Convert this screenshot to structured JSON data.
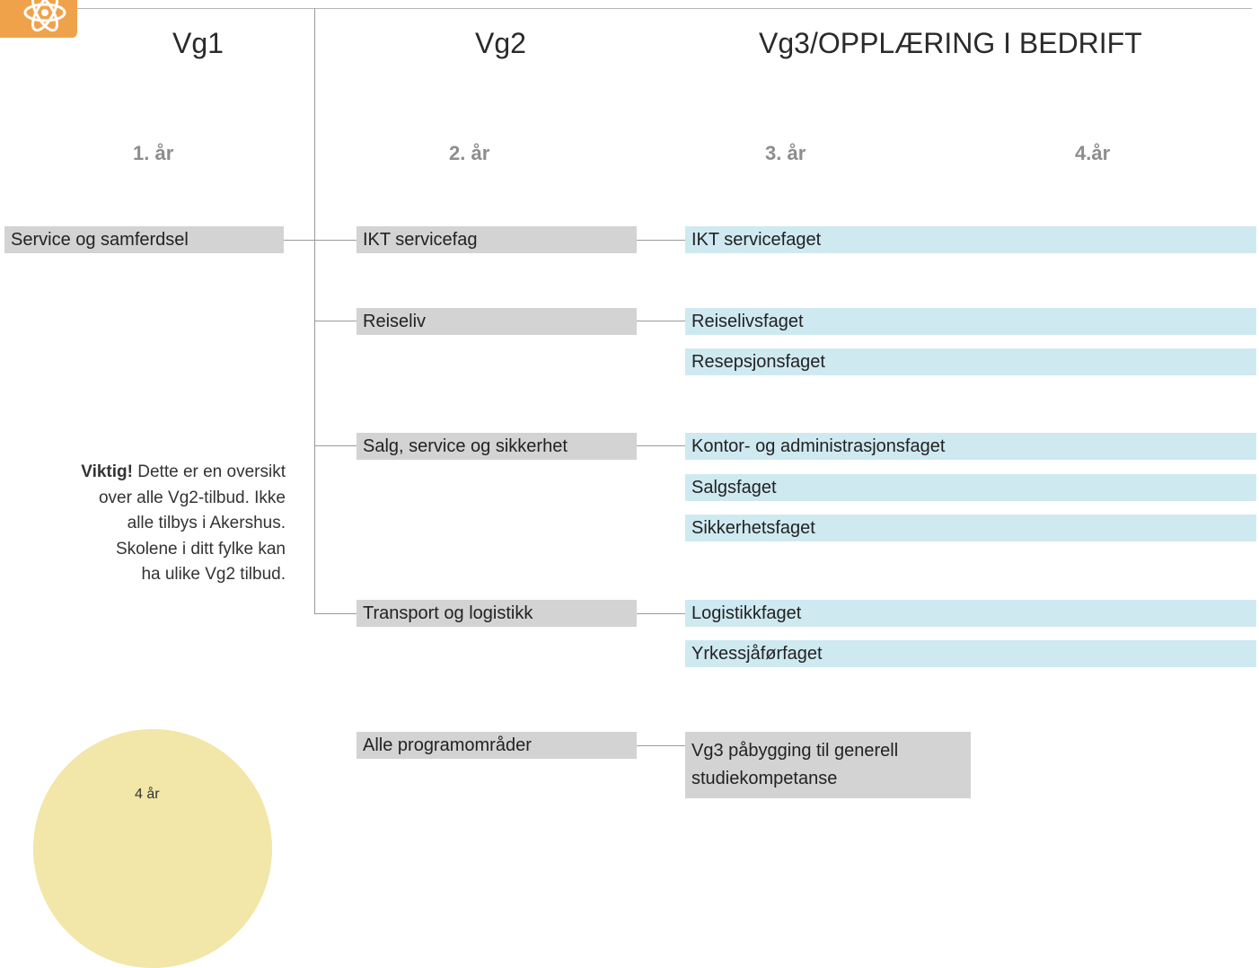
{
  "logo": {
    "icon": "atom-icon",
    "color": "#f0a24a"
  },
  "columns": {
    "vg1": "Vg1",
    "vg2": "Vg2",
    "vg3": "Vg3/OPPLÆRING I BEDRIFT"
  },
  "years": {
    "y1": "1. år",
    "y2": "2. år",
    "y3": "3. år",
    "y4": "4.år"
  },
  "vg1_program": "Service og samferdsel",
  "vg2_programs": [
    "IKT servicefag",
    "Reiseliv",
    "Salg, service og sikkerhet",
    "Transport og logistikk",
    "Alle programområder"
  ],
  "vg3_programs": [
    "IKT servicefaget",
    "Reiselivsfaget",
    "Resepsjonsfaget",
    "Kontor- og administrasjonsfaget",
    "Salgsfaget",
    "Sikkerhetsfaget",
    "Logistikkfaget",
    "Yrkessjåførfaget"
  ],
  "vg3_general": {
    "line1": "Vg3 påbygging til generell",
    "line2": "studiekompetanse"
  },
  "note": {
    "bold": "Viktig!",
    "lines": [
      "Dette er en oversikt",
      "over alle Vg2-tilbud. Ikke",
      "alle tilbys i Akershus.",
      "Skolene i ditt fylke kan",
      "ha ulike Vg2 tilbud."
    ]
  },
  "circle_partial_text": "4 år",
  "colors": {
    "grey_box": "#d3d3d3",
    "blue_box": "#cfe9f1",
    "circle": "#f2e6a8"
  }
}
